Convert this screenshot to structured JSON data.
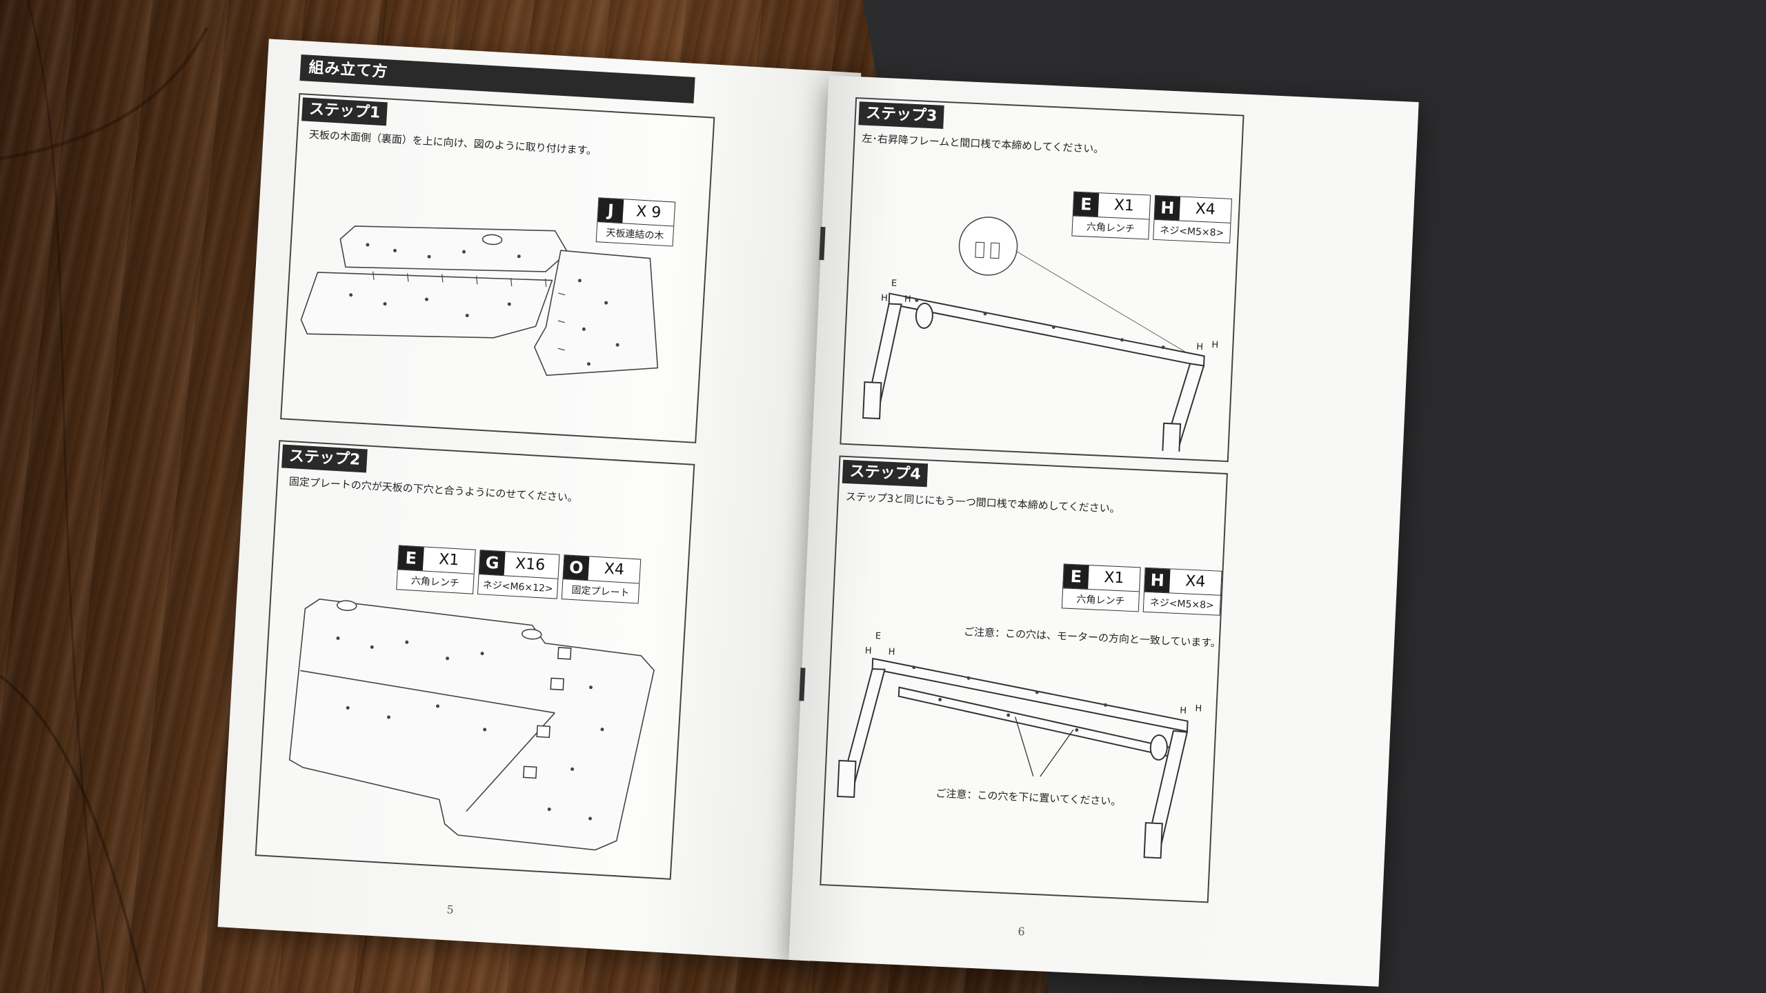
{
  "left_page": {
    "header": "組み立て方",
    "page_number": "5",
    "step1": {
      "tag": "ステップ1",
      "instruction": "天板の木面側（裏面）を上に向け、図のように取り付けます。",
      "parts": [
        {
          "letter": "J",
          "qty": "X 9",
          "name": "天板連結の木"
        }
      ]
    },
    "step2": {
      "tag": "ステップ2",
      "instruction": "固定プレートの穴が天板の下穴と合うようにのせてください。",
      "parts": [
        {
          "letter": "E",
          "qty": "X1",
          "name": "六角レンチ"
        },
        {
          "letter": "G",
          "qty": "X16",
          "name": "ネジ<M6×12>"
        },
        {
          "letter": "O",
          "qty": "X4",
          "name": "固定プレート"
        }
      ]
    }
  },
  "right_page": {
    "page_number": "6",
    "step3": {
      "tag": "ステップ3",
      "instruction": "左･右昇降フレームと間口桟で本締めしてください。",
      "parts": [
        {
          "letter": "E",
          "qty": "X1",
          "name": "六角レンチ"
        },
        {
          "letter": "H",
          "qty": "X4",
          "name": "ネジ<M5×8>"
        }
      ],
      "labels": [
        "E",
        "H",
        "H",
        "H",
        "H"
      ]
    },
    "step4": {
      "tag": "ステップ4",
      "instruction": "ステップ3と同じにもう一つ間口桟で本締めしてください。",
      "parts": [
        {
          "letter": "E",
          "qty": "X1",
          "name": "六角レンチ"
        },
        {
          "letter": "H",
          "qty": "X4",
          "name": "ネジ<M5×8>"
        }
      ],
      "note1": "ご注意：この穴は、モーターの方向と一致しています。",
      "note2": "ご注意：この穴を下に置いてください。",
      "labels": [
        "E",
        "H",
        "H",
        "H",
        "H"
      ]
    }
  }
}
